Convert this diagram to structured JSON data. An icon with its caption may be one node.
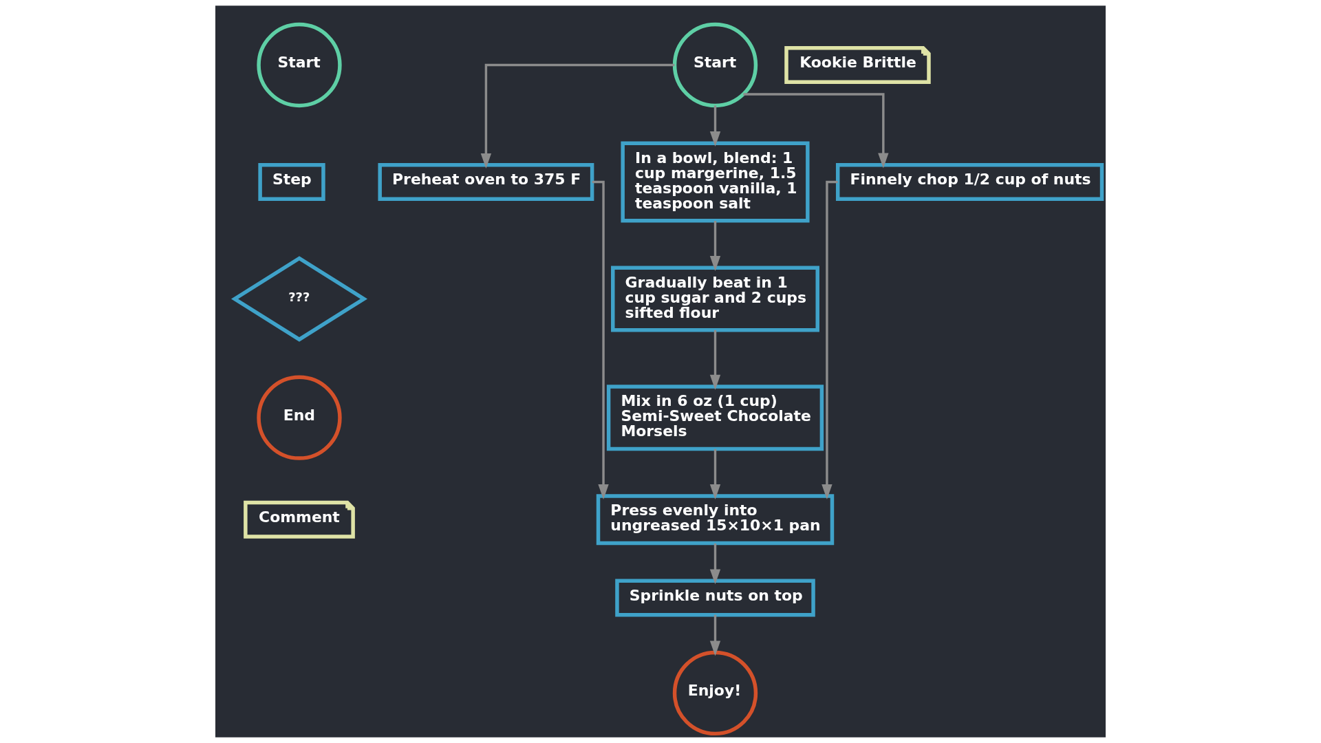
{
  "diagram": {
    "nodes": [
      {
        "text": [
          "Start"
        ]
      },
      {
        "text": [
          "Step"
        ]
      },
      {
        "text": [
          "???"
        ]
      },
      {
        "text": [
          "End"
        ]
      },
      {
        "text": [
          "Comment"
        ]
      },
      {
        "text": [
          "Start"
        ]
      },
      {
        "text": [
          "Kookie Brittle"
        ]
      },
      {
        "text": [
          "Preheat oven to 375 F"
        ]
      },
      {
        "text": [
          "In a bowl, blend: 1 cup margerine, 1.5 teaspoon vanilla, 1 teaspoon salt"
        ]
      },
      {
        "text": [
          "Finnely chop 1/2 cup of nuts"
        ]
      },
      {
        "text": [
          "Gradually beat in 1 cup sugar and 2 cups sifted flour"
        ]
      },
      {
        "text": [
          "Mix in 6 oz (1 cup) Semi-Sweet Chocolate Morsels"
        ]
      },
      {
        "text": [
          "Press evenly into ungreased 15×10×1 pan"
        ]
      },
      {
        "text": [
          "Sprinkle nuts on top"
        ]
      },
      {
        "text": [
          "Enjoy!"
        ]
      }
    ],
    "edges": [
      {
        "from": 5,
        "to": 7,
        "arrow": "to"
      },
      {
        "from": 5,
        "to": 8,
        "arrow": "to"
      },
      {
        "from": 5,
        "to": 9,
        "arrow": "to"
      },
      {
        "from": 8,
        "to": 10,
        "arrow": "to"
      },
      {
        "from": 10,
        "to": 11,
        "arrow": "to"
      },
      {
        "from": 7,
        "to": 12,
        "arrow": "to"
      },
      {
        "from": 11,
        "to": 12,
        "arrow": "to"
      },
      {
        "from": 9,
        "to": 12,
        "arrow": "to"
      },
      {
        "from": 12,
        "to": 13,
        "arrow": "to"
      },
      {
        "from": 13,
        "to": 14,
        "arrow": "to"
      }
    ]
  }
}
